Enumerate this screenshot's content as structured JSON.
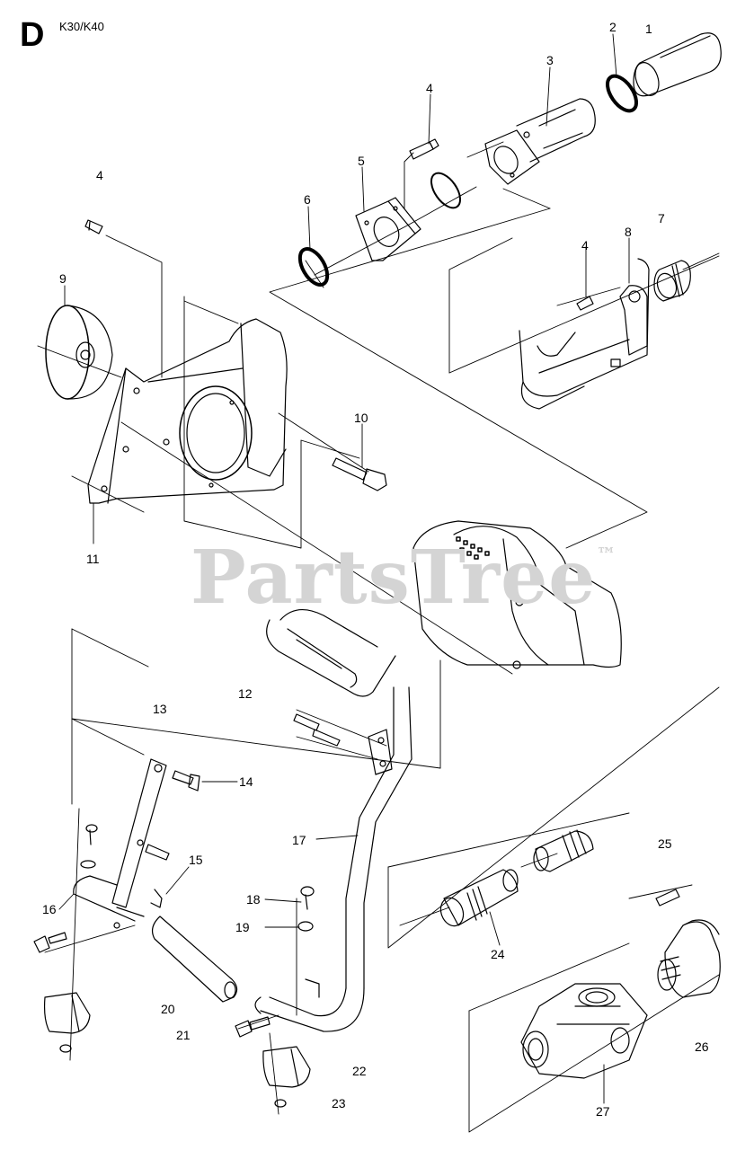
{
  "section_letter": "D",
  "model": "K30/K40",
  "watermark": {
    "text": "PartsTree",
    "mark": "™"
  },
  "callouts": [
    "1",
    "2",
    "3",
    "4",
    "4",
    "4",
    "5",
    "6",
    "7",
    "8",
    "9",
    "10",
    "11",
    "12",
    "13",
    "14",
    "15",
    "16",
    "17",
    "18",
    "19",
    "20",
    "21",
    "22",
    "23",
    "24",
    "25",
    "26",
    "27"
  ],
  "colors": {
    "line": "#000000",
    "watermark": "#d4d4d4",
    "background": "#ffffff"
  }
}
